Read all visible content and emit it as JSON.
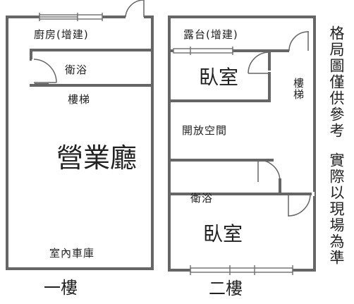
{
  "floor1": {
    "title": "一樓",
    "rooms": {
      "kitchen": "廚房(增建)",
      "bathroom": "衛浴",
      "stairs": "樓梯",
      "hall": "營業廳",
      "garage": "室內車庫"
    }
  },
  "floor2": {
    "title": "二樓",
    "rooms": {
      "balcony": "露台(增建)",
      "bedroom_top": "臥室",
      "stairs": "樓梯",
      "open_space": "開放空間",
      "bathroom": "衛浴",
      "bedroom_bottom": "臥室"
    }
  },
  "note": {
    "line1": "格局圖僅供參考",
    "line2": "實際以現場為準"
  }
}
